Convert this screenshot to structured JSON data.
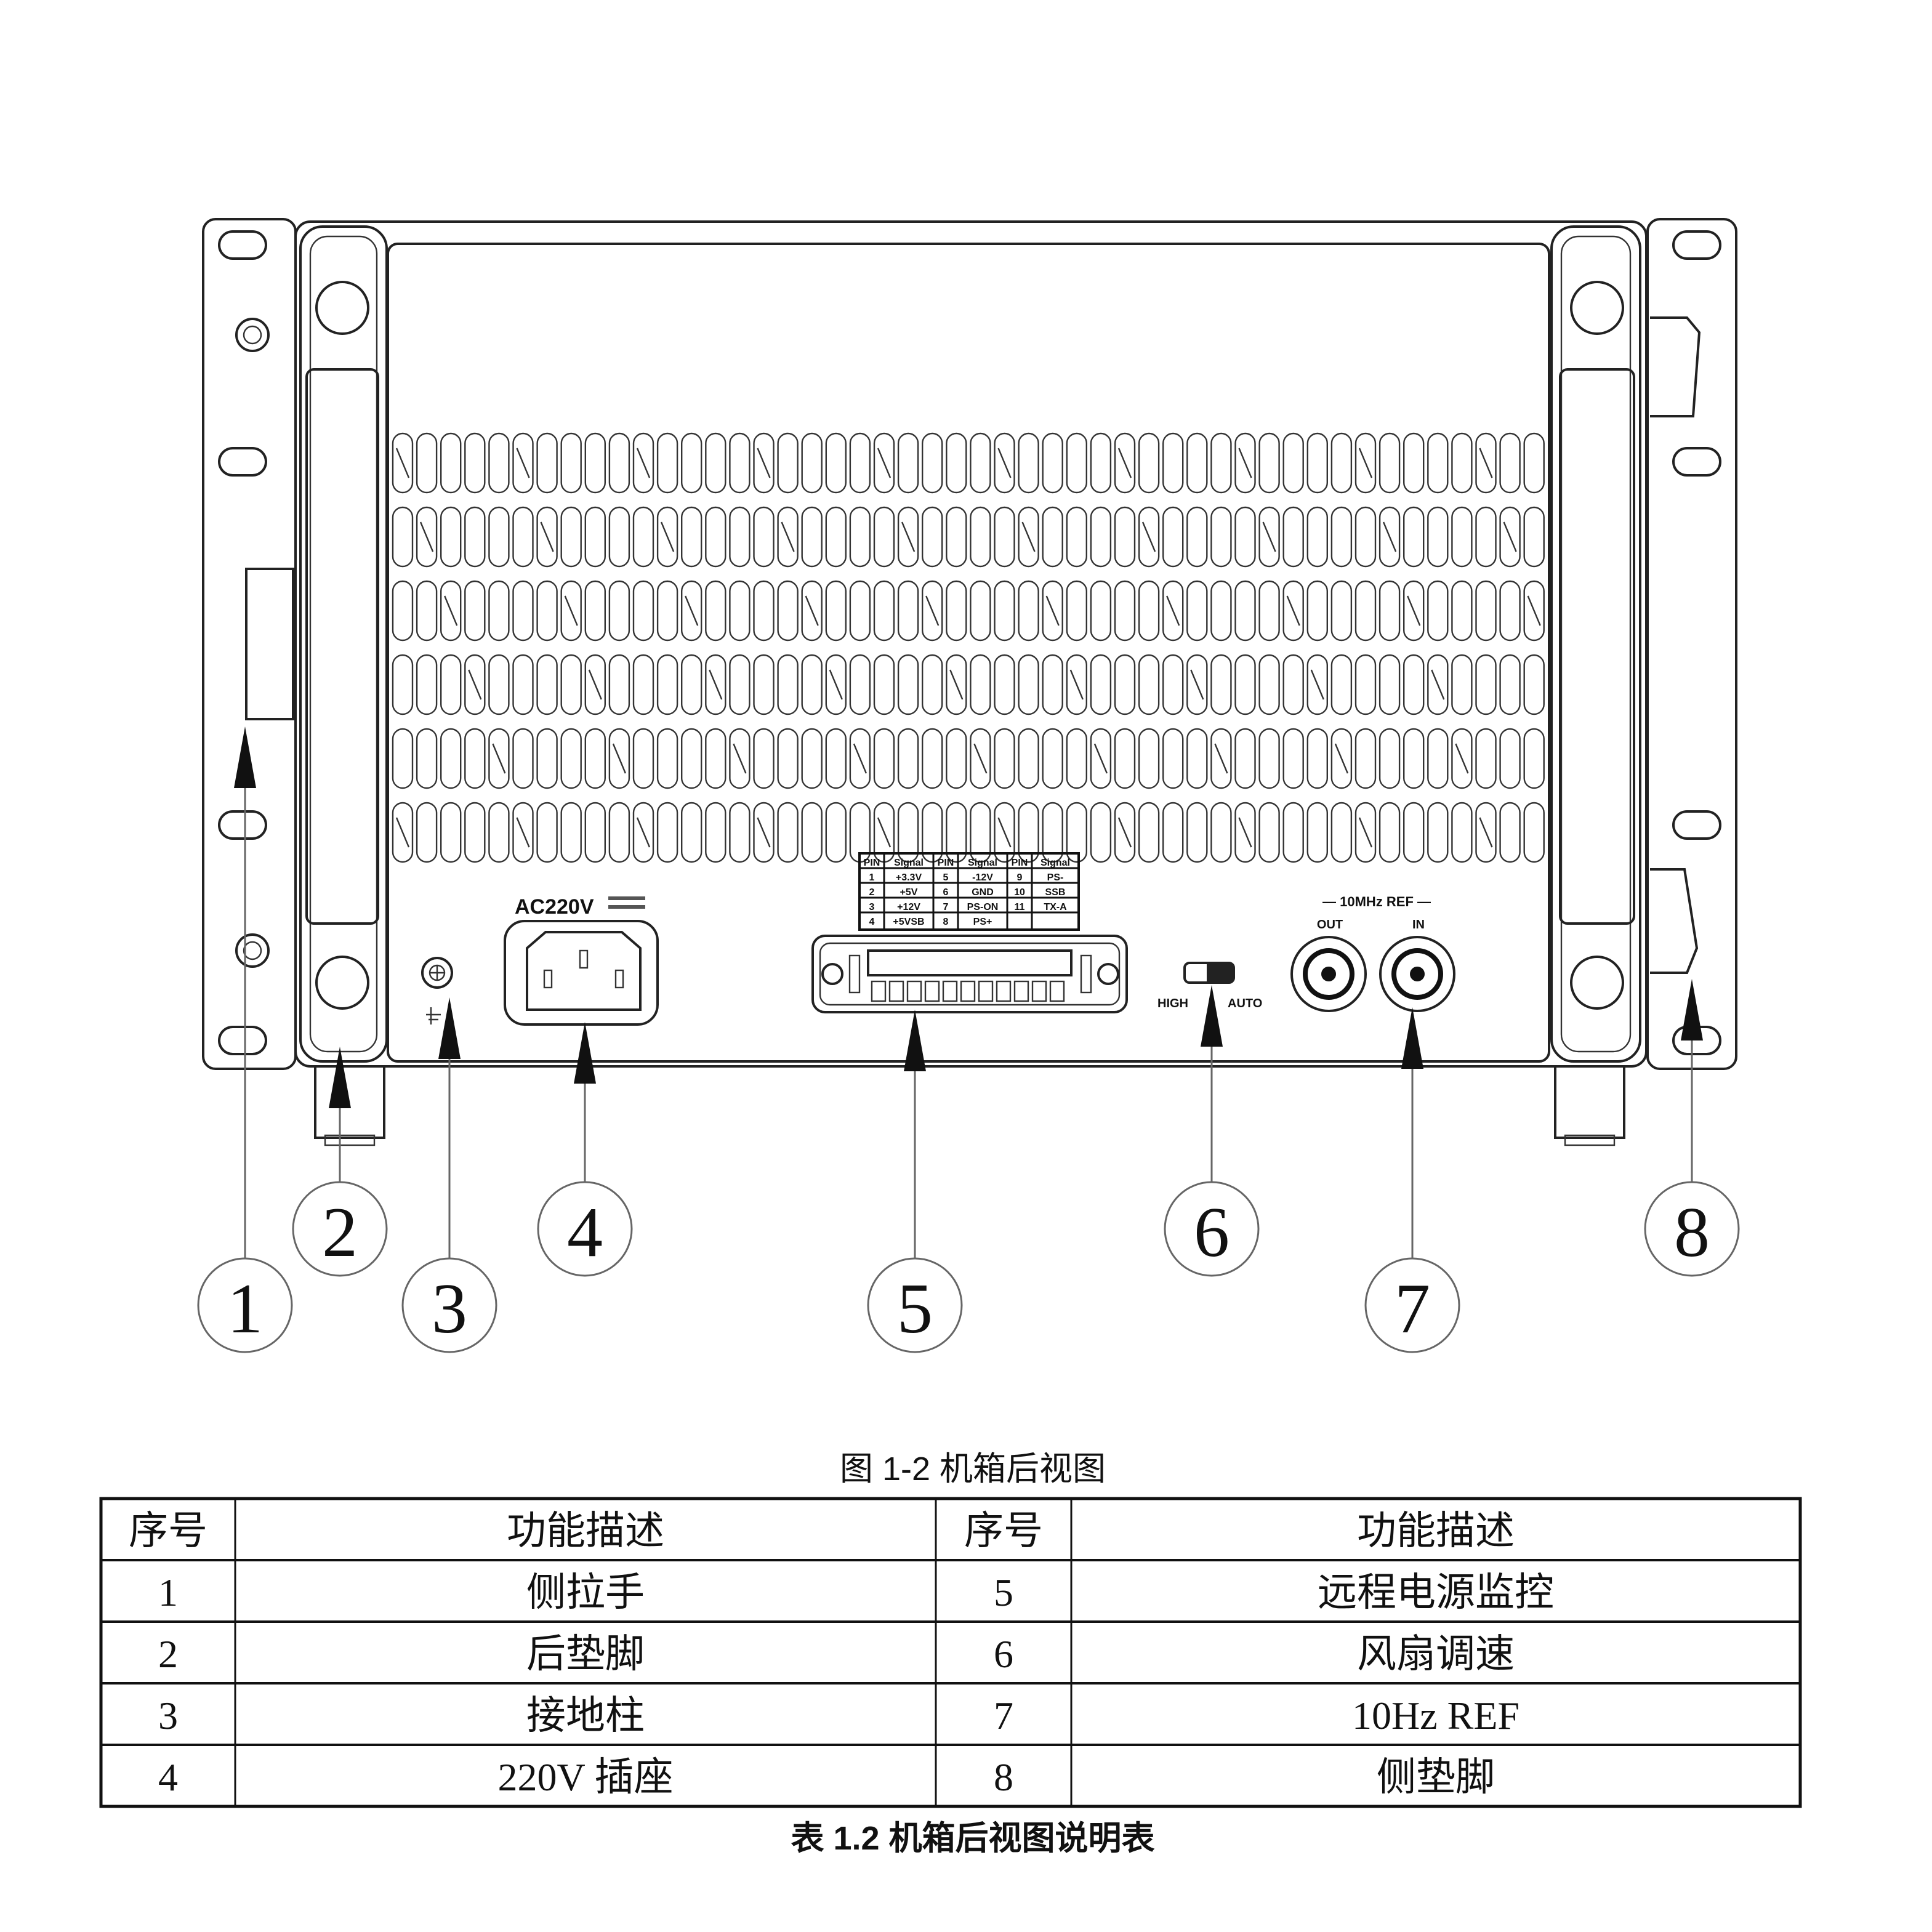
{
  "figure": {
    "caption": "图 1-2  机箱后视图",
    "labels": {
      "ac": "AC220V",
      "ref_title": "— 10MHz REF —",
      "ref_out": "OUT",
      "ref_in": "IN",
      "fan_high": "HIGH",
      "fan_auto": "AUTO"
    },
    "pin_table": {
      "headers": [
        "PIN",
        "Signal",
        "PIN",
        "Signal",
        "PIN",
        "Signal"
      ],
      "rows": [
        [
          "1",
          "+3.3V",
          "5",
          "-12V",
          "9",
          "PS-"
        ],
        [
          "2",
          "+5V",
          "6",
          "GND",
          "10",
          "SSB"
        ],
        [
          "3",
          "+12V",
          "7",
          "PS-ON",
          "11",
          "TX-A"
        ],
        [
          "4",
          "+5VSB",
          "8",
          "PS+",
          "",
          ""
        ]
      ]
    },
    "callouts": [
      "1",
      "2",
      "3",
      "4",
      "5",
      "6",
      "7",
      "8"
    ]
  },
  "table": {
    "headers": [
      "序号",
      "功能描述",
      "序号",
      "功能描述"
    ],
    "rows": [
      [
        "1",
        "侧拉手",
        "5",
        "远程电源监控"
      ],
      [
        "2",
        "后垫脚",
        "6",
        "风扇调速"
      ],
      [
        "3",
        "接地柱",
        "7",
        "10Hz REF"
      ],
      [
        "4",
        "220V 插座",
        "8",
        "侧垫脚"
      ]
    ],
    "caption": "表 1.2  机箱后视图说明表"
  }
}
